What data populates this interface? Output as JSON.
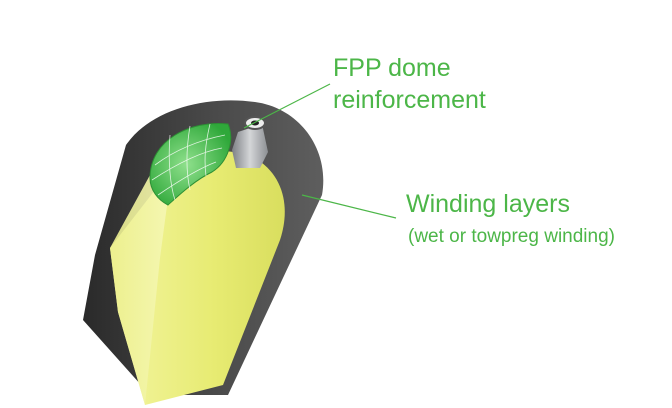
{
  "labels": {
    "fpp_line1": "FPP dome",
    "fpp_line2": "reinforcement",
    "winding_line1": "Winding layers",
    "winding_line2": "(wet or towpreg winding)"
  },
  "colors": {
    "label_green": "#4cb648",
    "shell_dark": "#3a3a3a",
    "core_yellow": "#eef07a",
    "dome_green": "#3fbf4a",
    "boss_metal": "#a9acb0"
  },
  "icons": {
    "vessel": "composite-pressure-vessel-cutaway"
  }
}
